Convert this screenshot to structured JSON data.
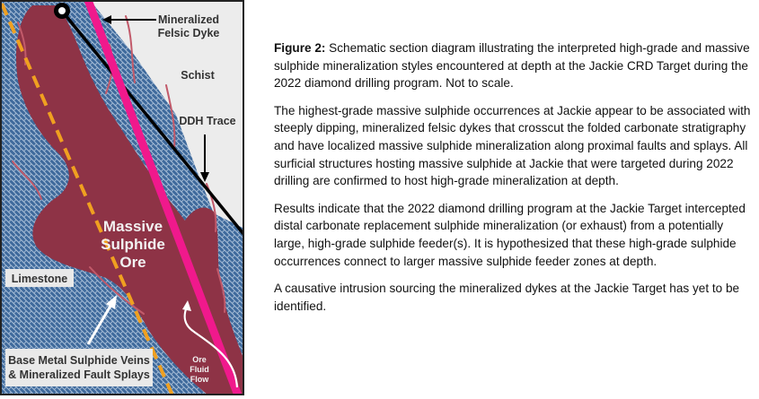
{
  "diagram": {
    "labels": {
      "dyke_line1": "Mineralized",
      "dyke_line2": "Felsic Dyke",
      "schist": "Schist",
      "ddh_trace": "DDH Trace",
      "ore_line1": "Massive",
      "ore_line2": "Sulphide",
      "ore_line3": "Ore",
      "limestone": "Limestone",
      "veins_line1": "Base Metal Sulphide Veins",
      "veins_line2": "& Mineralized Fault Splays",
      "fluid_line1": "Ore",
      "fluid_line2": "Fluid",
      "fluid_line3": "Flow"
    },
    "colors": {
      "limestone": "#3f6a9c",
      "ore": "#8e3346",
      "dyke": "#f0198c",
      "fold_axis": "#f0a020",
      "schist": "#ececec"
    }
  },
  "caption": {
    "figure_label": "Figure 2:",
    "figure_text": " Schematic section diagram illustrating the interpreted high-grade and massive sulphide mineralization styles encountered at depth at the Jackie CRD Target during the 2022 diamond drilling program. Not to scale.",
    "para1": "The highest-grade massive sulphide occurrences at Jackie appear to be associated with steeply dipping, mineralized felsic dykes that crosscut the folded carbonate stratigraphy and have localized massive sulphide mineralization along proximal faults and splays. All surficial structures hosting massive sulphide at Jackie that were targeted during 2022 drilling are confirmed to host high-grade mineralization at depth.",
    "para2": "Results indicate that the 2022 diamond drilling program at the Jackie Target intercepted distal carbonate replacement sulphide mineralization (or exhaust) from a potentially large, high-grade sulphide feeder(s). It is hypothesized that these high-grade sulphide occurrences connect to larger massive sulphide feeder zones at depth.",
    "para3": "A causative intrusion sourcing the mineralized dykes at the Jackie Target has yet to be identified."
  }
}
